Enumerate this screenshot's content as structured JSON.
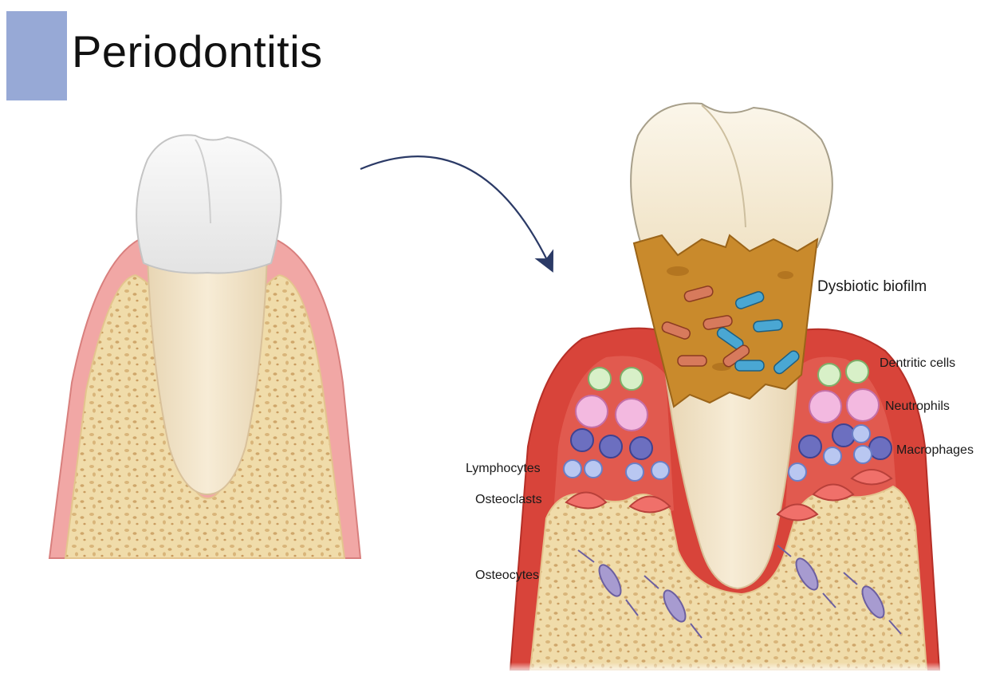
{
  "title": "Periodontitis",
  "labels": {
    "biofilm": "Dysbiotic biofilm",
    "dendritic": "Dentritic cells",
    "neutrophils": "Neutrophils",
    "macrophages": "Macrophages",
    "lymphocytes": "Lymphocytes",
    "osteoclasts": "Osteoclasts",
    "osteocytes": "Osteocytes"
  },
  "colors": {
    "accent": "#97a9d6",
    "gum_healthy": "#f1a7a5",
    "gum_inflamed": "#d8443a",
    "bone": "#f0dcaa",
    "biofilm": "#c98a2c",
    "arrow": "#2b3a66"
  }
}
